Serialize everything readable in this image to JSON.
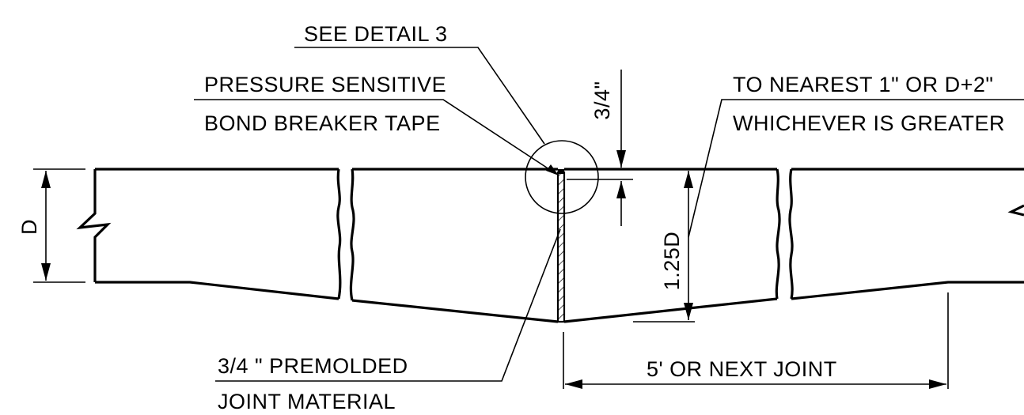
{
  "labels": {
    "see_detail": "SEE DETAIL 3",
    "bond_breaker_line1": "PRESSURE SENSITIVE",
    "bond_breaker_line2": "BOND BREAKER TAPE",
    "nearest_line1": "TO NEAREST 1\"  OR D+2\"",
    "nearest_line2": "WHICHEVER IS GREATER",
    "premolded_line1": "3/4 \"  PREMOLDED",
    "premolded_line2": "JOINT MATERIAL",
    "next_joint": "5' OR NEXT JOINT"
  },
  "dimensions": {
    "slab_depth": "D",
    "tape_depth": "3/4\"",
    "thickened_depth": "1.25D"
  },
  "colors": {
    "line": "#000000",
    "background": "#ffffff"
  }
}
